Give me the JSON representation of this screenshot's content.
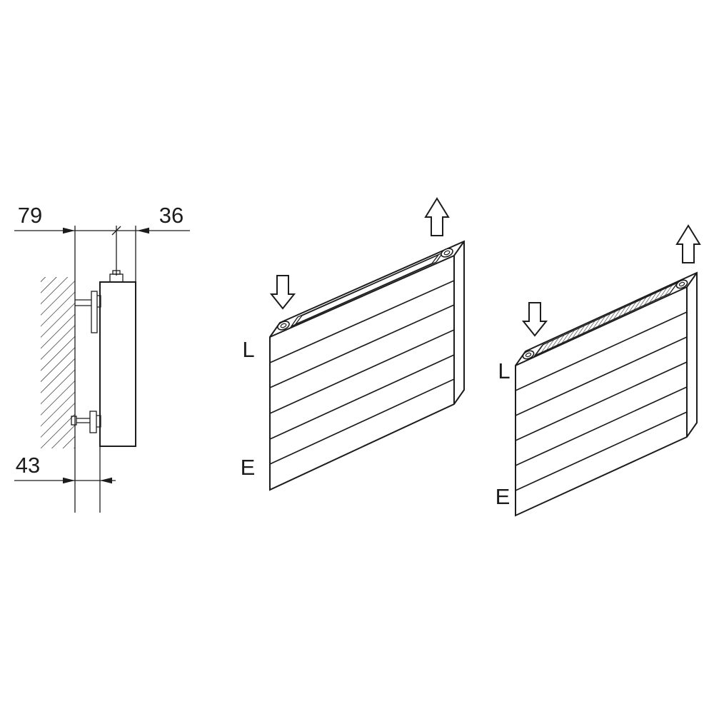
{
  "colors": {
    "line": "#1c1c1c",
    "background": "#ffffff"
  },
  "side_view": {
    "dim_wall_to_center": "79",
    "dim_center_to_front": "36",
    "dim_wall_to_back": "43"
  },
  "radiator_open_top": {
    "label_top": "L",
    "label_bottom": "E"
  },
  "radiator_grille_top": {
    "label_top": "L",
    "label_bottom": "E"
  }
}
